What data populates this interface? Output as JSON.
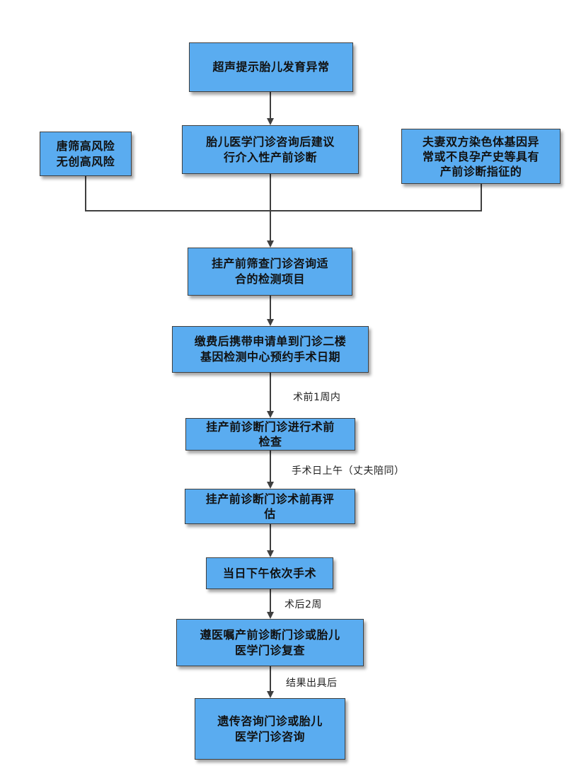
{
  "nodes": {
    "ultrasound": "超声提示胎儿发育异常",
    "down_screen": "唐筛高风险\n无创高风险",
    "fetal_consult": "胎儿医学门诊咨询后建议\n行介入性产前诊断",
    "parental_abnormal": "夫妻双方染色体基因异\n常或不良孕产史等具有\n产前诊断指征的",
    "register_screening": "挂产前筛查门诊咨询适\n合的检测项目",
    "payment": "缴费后携带申请单到门诊二楼\n基因检测中心预约手术日期",
    "preop_exam": "挂产前诊断门诊进行术前\n检查",
    "preop_eval": "挂产前诊断门诊术前再评\n估",
    "surgery": "当日下午依次手术",
    "followup": "遵医嘱产前诊断门诊或胎儿\n医学门诊复查",
    "genetic_consult": "遗传咨询门诊或胎儿\n医学门诊咨询"
  },
  "edge_labels": {
    "one_week_before": "术前1周内",
    "surgery_morning": "手术日上午（丈夫陪同）",
    "two_weeks_after": "术后2周",
    "after_results": "结果出具后"
  },
  "colors": {
    "node_fill": "#5aacf0",
    "node_border": "#3f3f3f",
    "connector": "#3f3f3f"
  }
}
